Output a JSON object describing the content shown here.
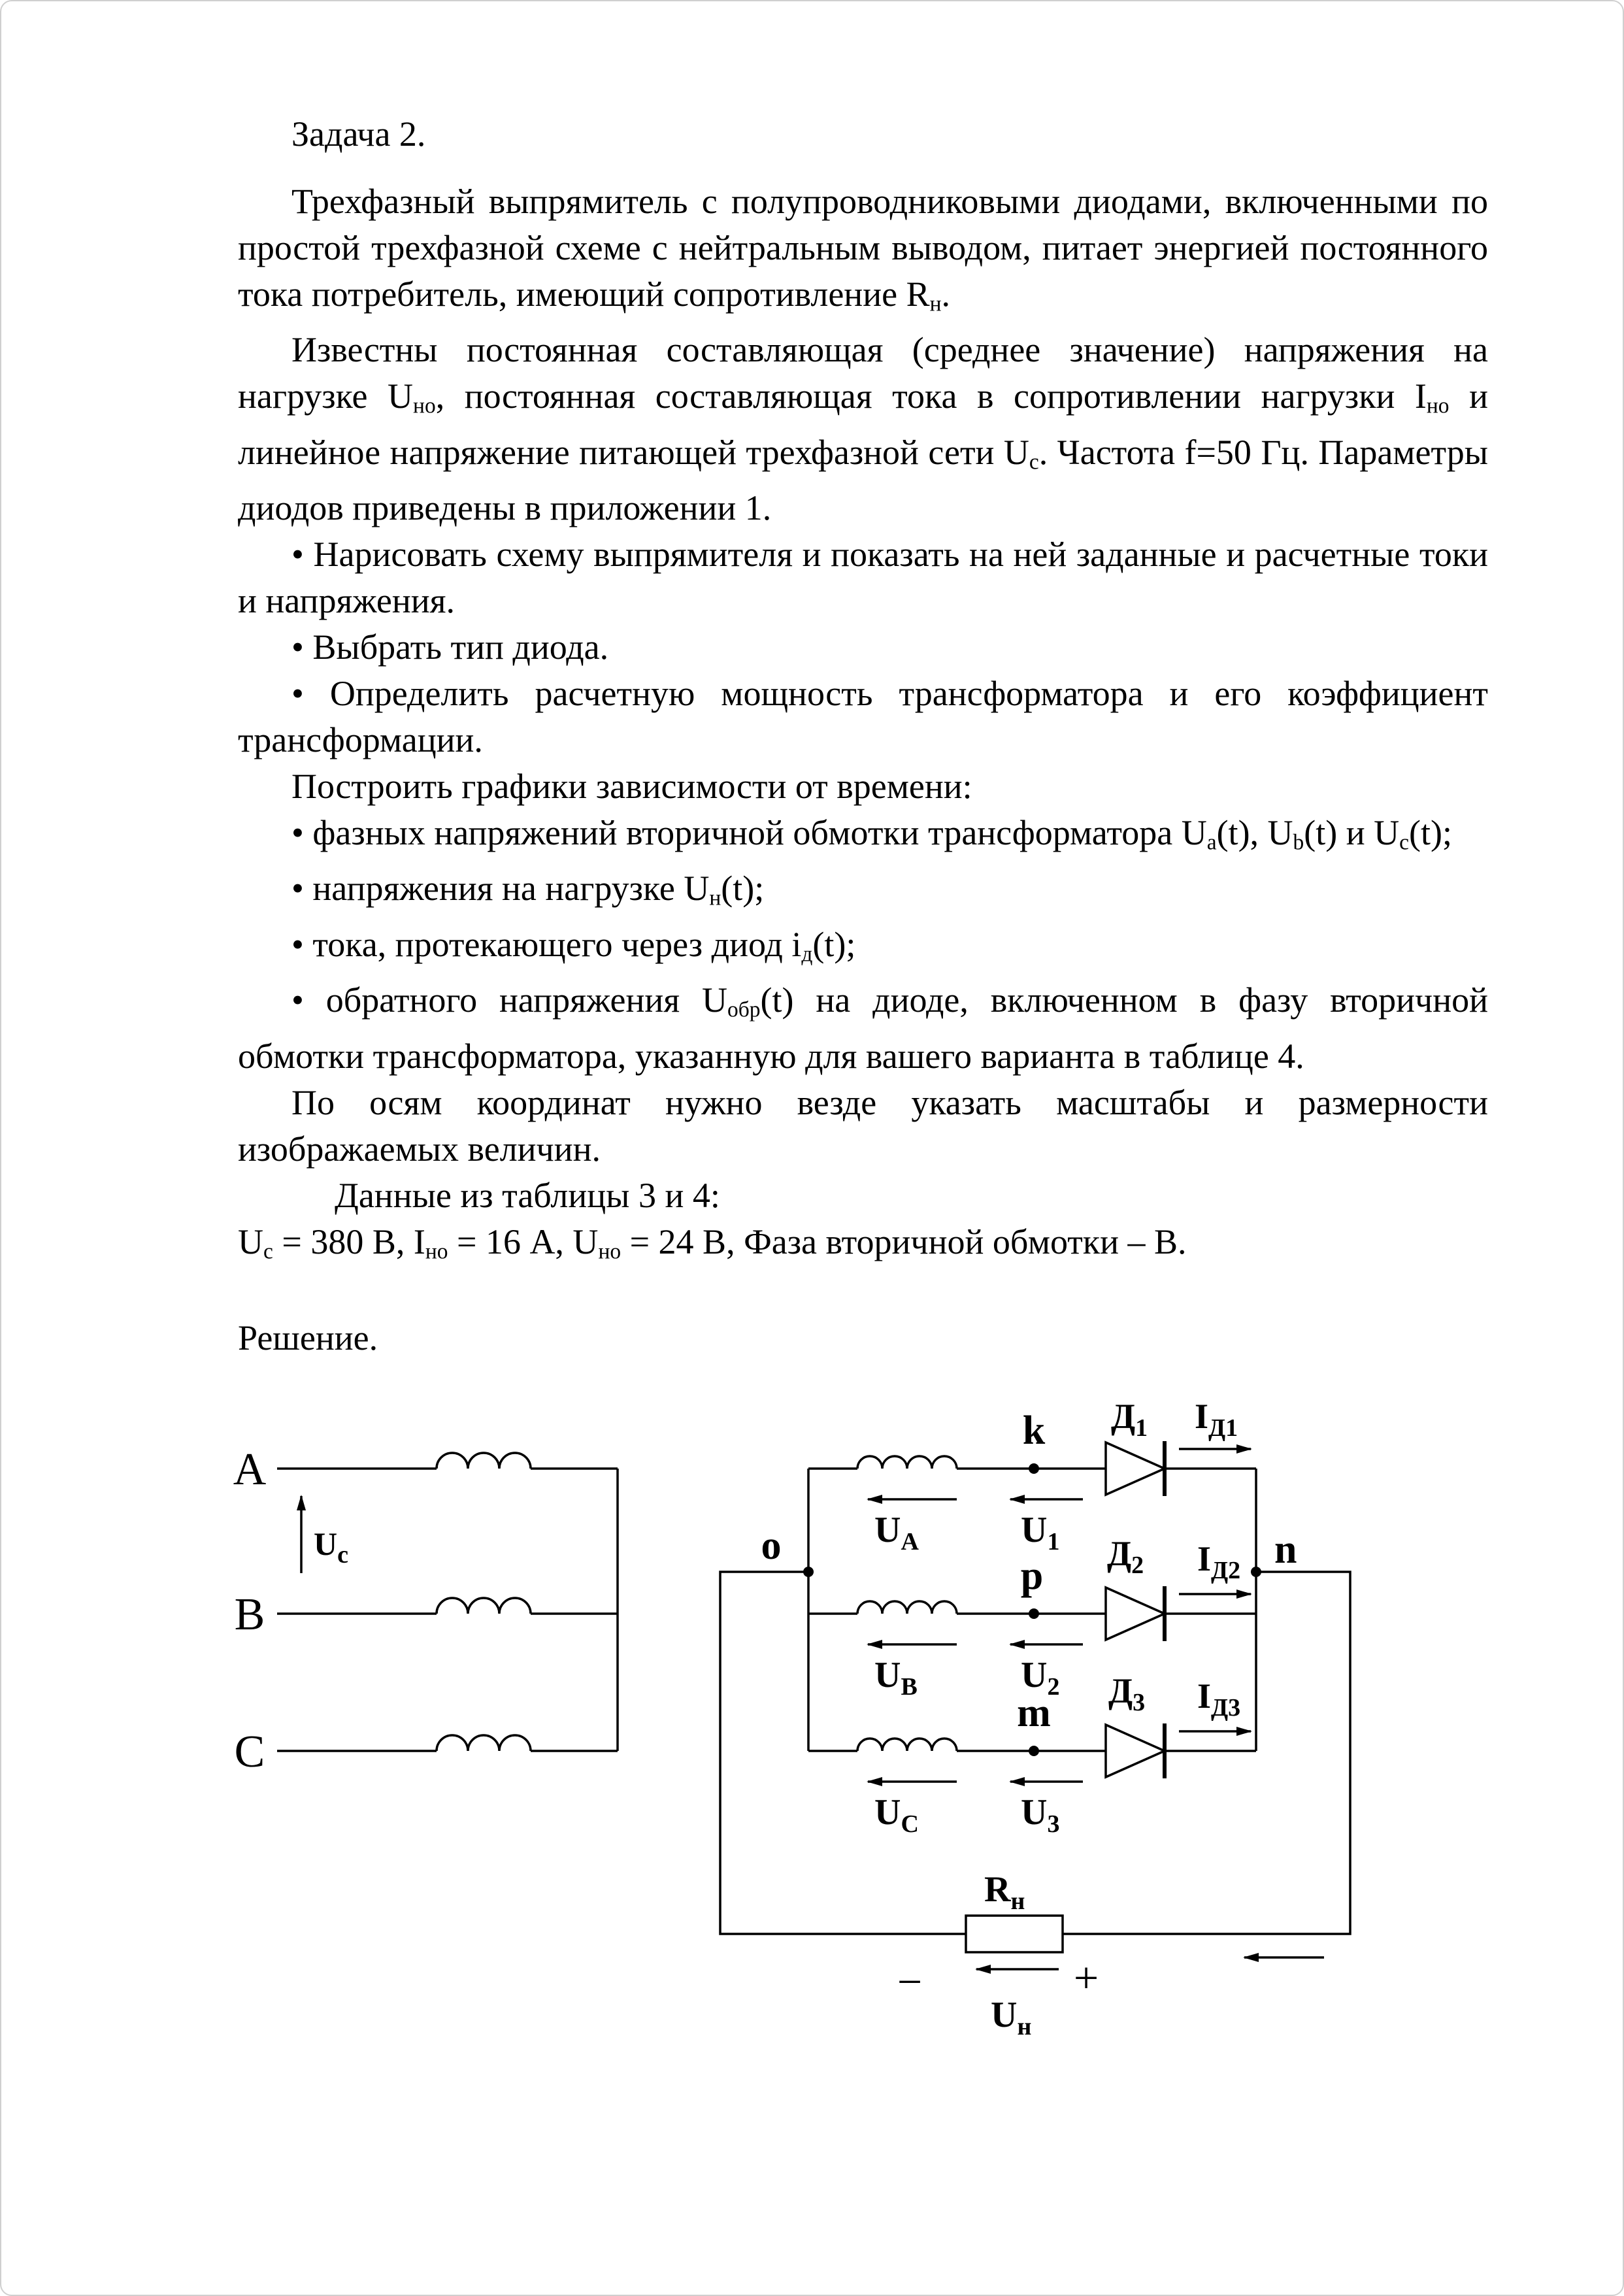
{
  "document": {
    "title": "Задача 2.",
    "blocks": [
      {
        "segments": [
          {
            "t": "Трехфазный выпрямитель с полупроводниковыми диодами, включенными по простой трехфазной схеме с нейтральным выводом, питает энергией постоянного тока потребитель, имеющий сопротивление R"
          },
          {
            "t": "н",
            "s": "sub"
          },
          {
            "t": "."
          }
        ]
      },
      {
        "segments": [
          {
            "t": "Известны постоянная составляющая (среднее значение) напряжения на нагрузке U"
          },
          {
            "t": "но",
            "s": "sub"
          },
          {
            "t": ", постоянная составляющая тока в сопротивлении нагрузки I"
          },
          {
            "t": "но",
            "s": "sub"
          },
          {
            "t": " и линейное напряжение питающей трехфазной сети U"
          },
          {
            "t": "с",
            "s": "sub"
          },
          {
            "t": ". Частота f=50 Гц. Параметры диодов приведены в приложении 1."
          }
        ]
      },
      {
        "segments": [
          {
            "t": "• Нарисовать схему выпрямителя и показать на ней заданные и расчетные токи и напряжения."
          }
        ]
      },
      {
        "segments": [
          {
            "t": "• Выбрать тип диода."
          }
        ]
      },
      {
        "segments": [
          {
            "t": "• Определить расчетную мощность трансформатора и его коэффициент трансформации."
          }
        ]
      },
      {
        "segments": [
          {
            "t": "Построить графики зависимости от времени:"
          }
        ]
      },
      {
        "segments": [
          {
            "t": "• фазных напряжений вторичной обмотки трансформатора U"
          },
          {
            "t": "a",
            "s": "sub"
          },
          {
            "t": "(t), U"
          },
          {
            "t": "b",
            "s": "sub"
          },
          {
            "t": "(t) и U"
          },
          {
            "t": "c",
            "s": "sub"
          },
          {
            "t": "(t);"
          }
        ]
      },
      {
        "segments": [
          {
            "t": "• напряжения на нагрузке U"
          },
          {
            "t": "н",
            "s": "sub"
          },
          {
            "t": "(t);"
          }
        ]
      },
      {
        "segments": [
          {
            "t": "• тока, протекающего через диод i"
          },
          {
            "t": "д",
            "s": "sub"
          },
          {
            "t": "(t);"
          }
        ]
      },
      {
        "segments": [
          {
            "t": "• обратного напряжения U"
          },
          {
            "t": "обр",
            "s": "sub"
          },
          {
            "t": "(t) на диоде, включенном в фазу вторичной обмотки трансформатора, указанную для вашего варианта в таблице 4."
          }
        ]
      },
      {
        "segments": [
          {
            "t": "По осям координат нужно везде указать масштабы и размерности изображаемых величин."
          }
        ]
      },
      {
        "segments": [
          {
            "t": "Данные из таблицы 3 и 4:"
          }
        ]
      },
      {
        "segments": [
          {
            "t": "U"
          },
          {
            "t": "с",
            "s": "sub"
          },
          {
            "t": " = 380 В, I"
          },
          {
            "t": "но",
            "s": "sub"
          },
          {
            "t": " = 16 А, U"
          },
          {
            "t": "но",
            "s": "sub"
          },
          {
            "t": " = 24 В, Фаза вторичной обмотки – В."
          }
        ]
      },
      {
        "segments": [
          {
            "t": "Решение."
          }
        ]
      }
    ]
  },
  "diagram": {
    "phases": {
      "a": "A",
      "b": "B",
      "c": "C"
    },
    "source_voltage": {
      "main": "U",
      "sub": "с"
    },
    "nodes": {
      "o": "o",
      "k": "k",
      "p": "p",
      "m": "m",
      "n": "n"
    },
    "secondary_voltages": {
      "ua": {
        "main": "U",
        "sub": "A"
      },
      "ub": {
        "main": "U",
        "sub": "B"
      },
      "uc": {
        "main": "U",
        "sub": "C"
      },
      "u1": {
        "main": "U",
        "sub": "1"
      },
      "u2": {
        "main": "U",
        "sub": "2"
      },
      "u3": {
        "main": "U",
        "sub": "3"
      }
    },
    "diodes": {
      "d1": {
        "main": "Д",
        "sub": "1"
      },
      "d2": {
        "main": "Д",
        "sub": "2"
      },
      "d3": {
        "main": "Д",
        "sub": "3"
      }
    },
    "diode_currents": {
      "id1": {
        "main": "I",
        "sub": "Д1"
      },
      "id2": {
        "main": "I",
        "sub": "Д2"
      },
      "id3": {
        "main": "I",
        "sub": "Д3"
      }
    },
    "load": {
      "resistor": {
        "main": "R",
        "sub": "н"
      },
      "voltage": {
        "main": "U",
        "sub": "н"
      },
      "minus": "−",
      "plus": "+"
    }
  }
}
